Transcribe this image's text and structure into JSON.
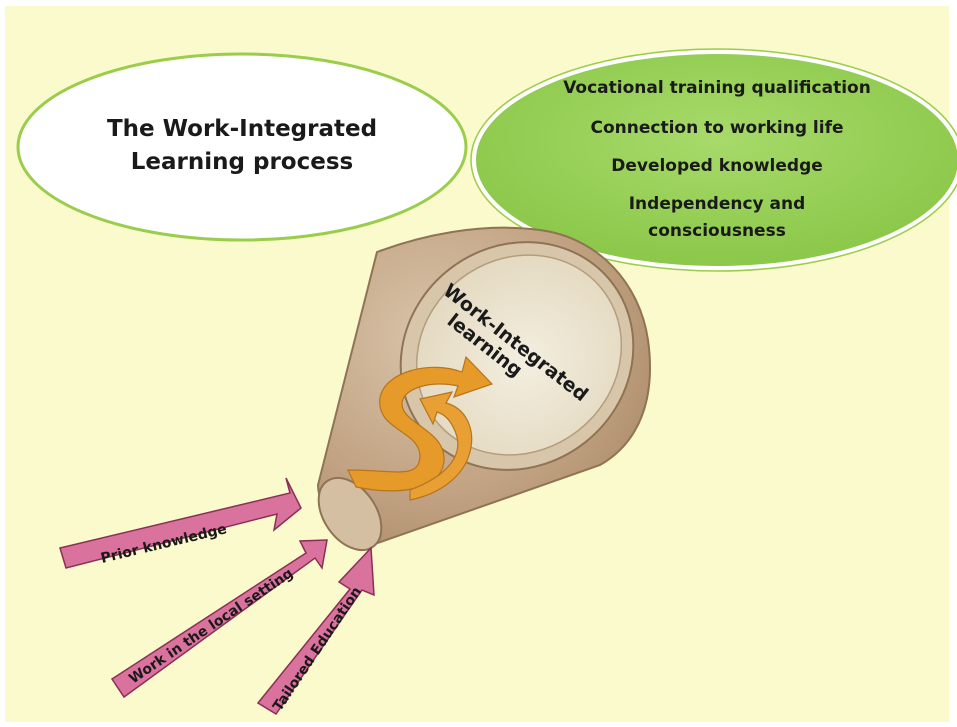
{
  "title": {
    "line1": "The Work-Integrated",
    "line2": "Learning process"
  },
  "outcomes": [
    "Vocational training qualification",
    "Connection to working life",
    "Developed knowledge",
    "Independency and",
    "consciousness"
  ],
  "funnel": {
    "label_line1": "Work-Integrated",
    "label_line2": "learning"
  },
  "inputs": {
    "arrow1": "Prior knowledge",
    "arrow2": "Work in the local setting",
    "arrow3": "Tailored Education"
  },
  "colors": {
    "background": "#fafacc",
    "title_ellipse_fill": "#ffffff",
    "ellipse_stroke": "#9acd4b",
    "outcome_ellipse_fill": "#92d050",
    "funnel_body": "#c8ad8d",
    "funnel_mouth": "#ebe3cf",
    "output_arrow": "#d6c7d2",
    "cycle_arrow": "#e59a2a",
    "input_arrows": "#d9739e",
    "input_arrow_stroke": "#8a2f55"
  }
}
